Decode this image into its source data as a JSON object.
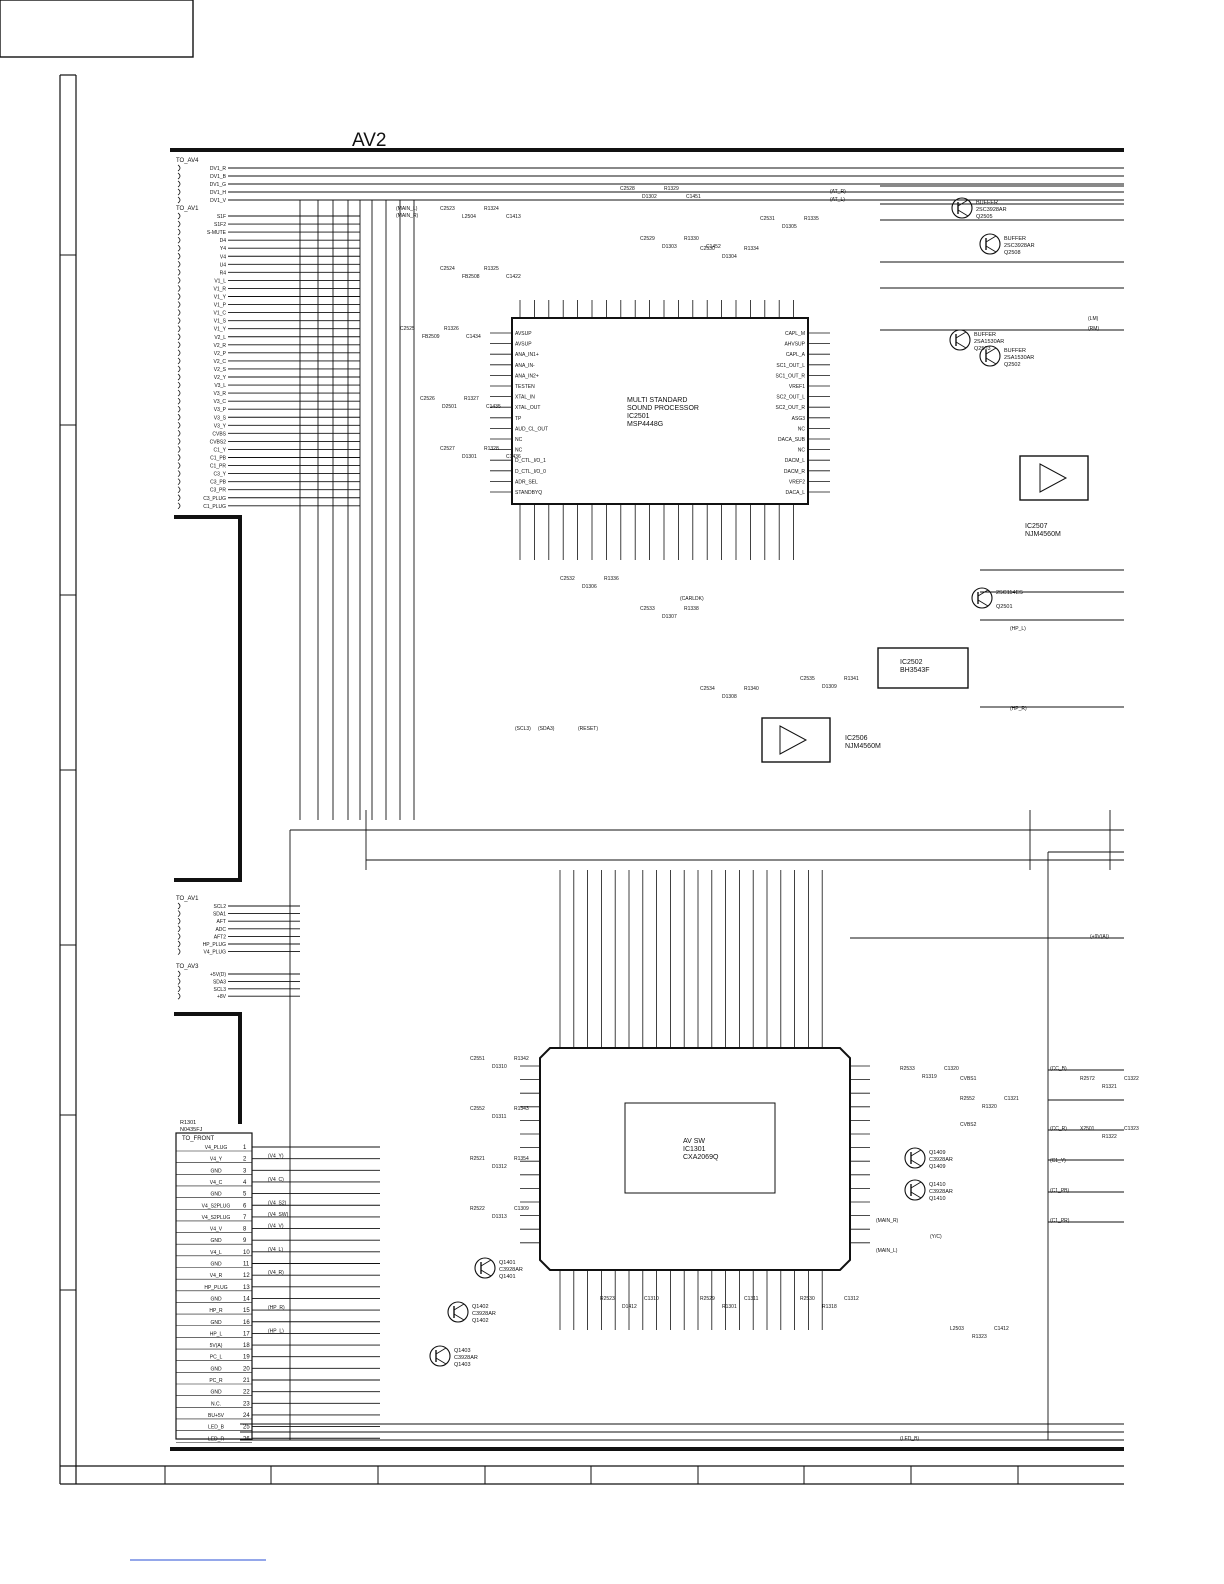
{
  "sheet": {
    "title": "AV2"
  },
  "ics": {
    "msp": {
      "line1": "MULTI STANDARD",
      "line2": "SOUND PROCESSOR",
      "line3": "IC2501",
      "line4": "MSP4448G"
    },
    "avsw": {
      "line1": "AV SW",
      "line2": "IC1301",
      "line3": "CXA2069Q"
    },
    "ic2502": {
      "line1": "IC2502",
      "line2": "BH3543F"
    },
    "ic2507": {
      "line1": "IC2507",
      "line2": "NJM4560M"
    },
    "ic2506": {
      "line1": "IC2506",
      "line2": "NJM4560M"
    }
  },
  "transistors": [
    {
      "ref": "Q2505",
      "label1": "BUFFER",
      "label2": "2SC3928AR"
    },
    {
      "ref": "Q2508",
      "label1": "BUFFER",
      "label2": "2SC3928AR"
    },
    {
      "ref": "Q2503",
      "label1": "BUFFER",
      "label2": "2SA1530AR"
    },
    {
      "ref": "Q2502",
      "label1": "BUFFER",
      "label2": "2SA1530AR"
    },
    {
      "ref": "Q2501",
      "label1": "2SC114ES",
      "label2": ""
    },
    {
      "ref": "Q1409",
      "label1": "Q1409",
      "label2": "C3928AR"
    },
    {
      "ref": "Q1410",
      "label1": "Q1410",
      "label2": "C3928AR"
    },
    {
      "ref": "Q1401",
      "label1": "Q1401",
      "label2": "C3928AR"
    },
    {
      "ref": "Q1402",
      "label1": "Q1402",
      "label2": "C3928AR"
    },
    {
      "ref": "Q1403",
      "label1": "Q1403",
      "label2": "C3928AR"
    }
  ],
  "connectors": {
    "to_av4": {
      "title": "TO_AV4",
      "pins": [
        "DV1_R",
        "DV1_B",
        "DV1_G",
        "DV1_H",
        "DV1_V"
      ]
    },
    "to_av1_top": {
      "title": "TO_AV1",
      "pins": [
        "S1F",
        "S1F2",
        "S-MUTE",
        "D4",
        "Y4",
        "V4",
        "U4",
        "R4",
        "V1_L",
        "V1_R",
        "V1_Y",
        "V1_P",
        "V1_C",
        "V1_S",
        "V1_Y",
        "V2_L",
        "V2_R",
        "V2_P",
        "V2_C",
        "V2_S",
        "V2_Y",
        "V3_L",
        "V3_R",
        "V3_C",
        "V3_P",
        "V3_S",
        "V3_Y",
        "CVBS",
        "CVBS2",
        "C1_Y",
        "C1_PB",
        "C1_PR",
        "C3_Y",
        "C3_PB",
        "C3_PR",
        "C3_PLUG",
        "C1_PLUG"
      ]
    },
    "to_av1_bottom": {
      "title": "TO_AV1",
      "pins": [
        "SCL2",
        "SDA1",
        "AFT",
        "ADC",
        "AFT2",
        "HP_PLUG",
        "V4_PLUG"
      ]
    },
    "to_av3": {
      "title": "TO_AV3",
      "pins": [
        "+5V(D)",
        "SDA3",
        "SCL3",
        "+8V"
      ]
    },
    "front": {
      "ref": "R1301",
      "part": "N0435FJ",
      "title": "TO_FRONT",
      "pins": [
        {
          "name": "V4_PLUG",
          "num": "1",
          "net": ""
        },
        {
          "name": "V4_Y",
          "num": "2",
          "net": "(V4_Y)"
        },
        {
          "name": "GND",
          "num": "3",
          "net": ""
        },
        {
          "name": "V4_C",
          "num": "4",
          "net": "(V4_C)"
        },
        {
          "name": "GND",
          "num": "5",
          "net": ""
        },
        {
          "name": "V4_S2PLUG",
          "num": "6",
          "net": "(V4_S2)"
        },
        {
          "name": "V4_S2PLUG",
          "num": "7",
          "net": "(V4_SW)"
        },
        {
          "name": "V4_V",
          "num": "8",
          "net": "(V4_V)"
        },
        {
          "name": "GND",
          "num": "9",
          "net": ""
        },
        {
          "name": "V4_L",
          "num": "10",
          "net": "(V4_L)"
        },
        {
          "name": "GND",
          "num": "11",
          "net": ""
        },
        {
          "name": "V4_R",
          "num": "12",
          "net": "(V4_R)"
        },
        {
          "name": "HP_PLUG",
          "num": "13",
          "net": ""
        },
        {
          "name": "GND",
          "num": "14",
          "net": ""
        },
        {
          "name": "HP_R",
          "num": "15",
          "net": "(HP_R)"
        },
        {
          "name": "GND",
          "num": "16",
          "net": ""
        },
        {
          "name": "HP_L",
          "num": "17",
          "net": "(HP_L)"
        },
        {
          "name": "5V(A)",
          "num": "18",
          "net": ""
        },
        {
          "name": "PC_L",
          "num": "19",
          "net": ""
        },
        {
          "name": "GND",
          "num": "20",
          "net": ""
        },
        {
          "name": "PC_R",
          "num": "21",
          "net": ""
        },
        {
          "name": "GND",
          "num": "22",
          "net": ""
        },
        {
          "name": "N.C.",
          "num": "23",
          "net": ""
        },
        {
          "name": "BU+5V",
          "num": "24",
          "net": ""
        },
        {
          "name": "LED_B",
          "num": "25",
          "net": ""
        },
        {
          "name": "LED_R",
          "num": "26",
          "net": ""
        }
      ]
    }
  },
  "msp_left_pins": [
    "AVSUP",
    "AVSUP",
    "ANA_IN1+",
    "ANA_IN-",
    "ANA_IN2+",
    "TESTEN",
    "XTAL_IN",
    "XTAL_OUT",
    "TP",
    "AUD_CL_OUT",
    "NC",
    "NC",
    "D_CTL_I/O_1",
    "D_CTL_I/O_0",
    "ADR_SEL",
    "STANDBYQ"
  ],
  "msp_right_pins": [
    "CAPL_M",
    "AHVSUP",
    "CAPL_A",
    "SC1_OUT_L",
    "SC1_OUT_R",
    "VREF1",
    "SC2_OUT_L",
    "SC2_OUT_R",
    "ASG3",
    "NC",
    "DACA_SUB",
    "NC",
    "DACM_L",
    "DACM_R",
    "VREF2",
    "DACA_L"
  ],
  "net_labels": [
    "(MAIN_L)",
    "(MAIN_R)",
    "(AT_R)",
    "(AT_L)",
    "(LM)",
    "(RM)",
    "(HP_L)",
    "(HP_R)",
    "(SCL3)",
    "(SDA3)",
    "(RESET)",
    "(CARLDK)",
    "(+9V(A))",
    "CVBS1",
    "CVBS2",
    "(Y/C)",
    "(MAIN_R)",
    "(MAIN_L)",
    "(CC_B)",
    "(CC_R)",
    "(C1_Y)",
    "(C1_PB)",
    "(C1_PR)",
    "(LED_B)"
  ],
  "parts": [
    "C2523",
    "C2524",
    "C2525",
    "C2526",
    "C2527",
    "C2528",
    "C2529",
    "C2530",
    "C2531",
    "C2532",
    "C2533",
    "C2534",
    "C2535",
    "C2551",
    "C2552",
    "R2521",
    "R2522",
    "R2523",
    "R2529",
    "R2530",
    "R2533",
    "R2552",
    "R2572",
    "X2501",
    "L2503",
    "L2504",
    "FB2508",
    "FB2509",
    "D2501",
    "D1301",
    "D1302",
    "D1303",
    "D1304",
    "D1305",
    "D1306",
    "D1307",
    "D1308",
    "D1309",
    "D1310",
    "D1311",
    "D1312",
    "D1313",
    "D1412",
    "R1301",
    "R1318",
    "R1319",
    "R1320",
    "R1321",
    "R1322",
    "R1323",
    "R1324",
    "R1325",
    "R1326",
    "R1327",
    "R1328",
    "R1329",
    "R1330",
    "R1334",
    "R1335",
    "R1336",
    "R1338",
    "R1340",
    "R1341",
    "R1342",
    "R1343",
    "R1354",
    "C1309",
    "C1310",
    "C1311",
    "C1312",
    "C1320",
    "C1321",
    "C1322",
    "C1323",
    "C1412",
    "C1413",
    "C1422",
    "C1434",
    "C1435",
    "C1436",
    "C1451",
    "C1452"
  ]
}
